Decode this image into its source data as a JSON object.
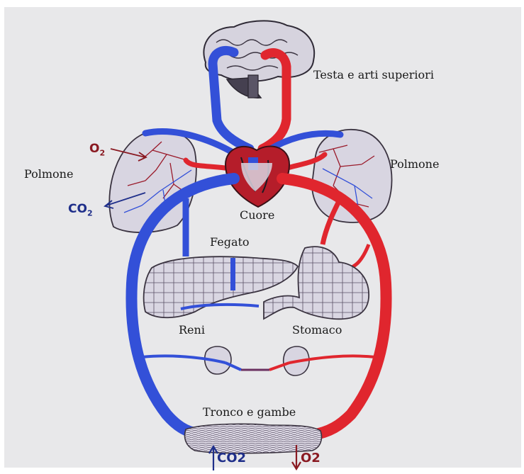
{
  "colors": {
    "oxygenated": "#e0262e",
    "deoxygenated": "#3350d8",
    "organ_fill": "#d9d6e2",
    "organ_stroke": "#3a3340",
    "background": "#e8e8ea"
  },
  "labels": {
    "head": "Testa e arti superiori",
    "lung_left": "Polmone",
    "lung_right": "Polmone",
    "heart": "Cuore",
    "liver": "Fegato",
    "kidneys": "Reni",
    "stomach": "Stomaco",
    "trunk": "Tronco e gambe"
  },
  "gases": {
    "o2_lung": {
      "main": "O",
      "sub": "2"
    },
    "co2_lung": {
      "main": "CO",
      "sub": "2"
    },
    "co2_bottom": "CO2",
    "o2_bottom": "O2"
  }
}
